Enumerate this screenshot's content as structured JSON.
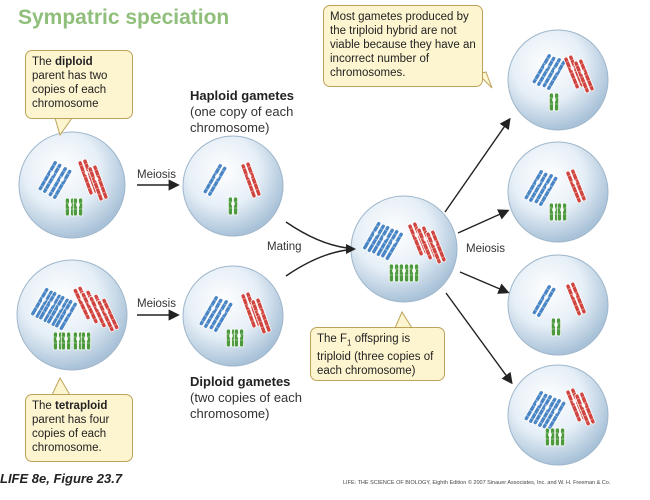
{
  "title": "Sympatric speciation",
  "callouts": {
    "diploid_parent": {
      "pre": "The ",
      "bold": "diploid",
      "post": " parent has two copies of each chromosome"
    },
    "tetraploid_parent": {
      "pre": "The ",
      "bold": "tetraploid",
      "post": " parent has four copies of each chromosome."
    },
    "triploid_offspring": {
      "pre": "The F",
      "sub": "1",
      "post": " offspring is triploid (three copies of each chromosome)"
    },
    "nonviable_gametes": "Most gametes produced by the triploid hybrid are not viable because they have an incorrect number of chromosomes."
  },
  "headings": {
    "haploid": {
      "main": "Haploid gametes",
      "sub": "(one copy of each chromosome)"
    },
    "diploid": {
      "main": "Diploid gametes",
      "sub": "(two copies of each chromosome)"
    }
  },
  "labels": {
    "meiosis": "Meiosis",
    "mating": "Mating"
  },
  "footer": {
    "figure": "LIFE 8e, Figure 23.7",
    "credit": "LIFE: THE SCIENCE OF BIOLOGY, Eighth Edition © 2007 Sinauer Associates, Inc. and W. H. Freeman & Co."
  },
  "colors": {
    "blue_chromosome": "#4a86c6",
    "red_chromosome": "#d0453f",
    "green_chromosome": "#4d9a3e",
    "cell_fill": "#dbe8f3",
    "title_green": "#8fbf7a",
    "callout_fill": "#fdf5d0"
  }
}
